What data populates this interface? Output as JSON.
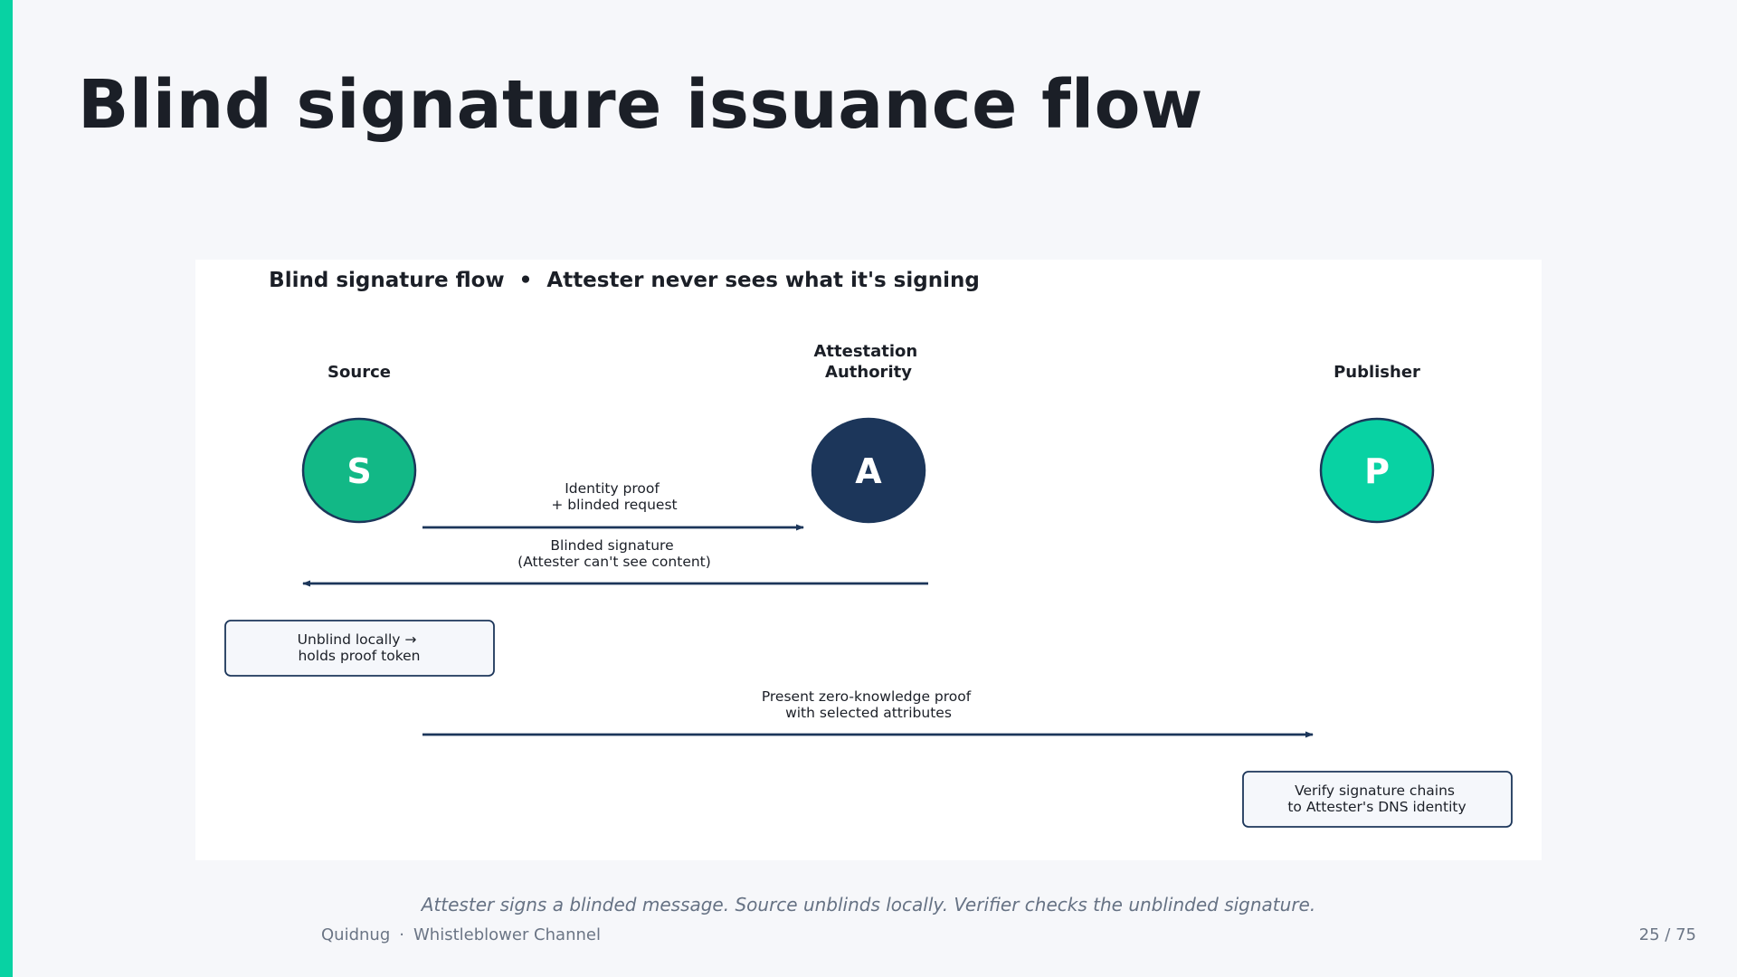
{
  "slide": {
    "title": "Blind signature issuance flow",
    "caption": "Attester signs a blinded message. Source unblinds locally. Verifier checks the unblinded signature.",
    "footer_brand": "Quidnug",
    "footer_separator": "·",
    "footer_section": "Whistleblower Channel",
    "page_number": "25 / 75"
  },
  "diagram": {
    "title": "Blind signature flow  •  Attester never sees what it's signing",
    "actors": [
      {
        "id": "source",
        "name_lines": [
          "Source"
        ],
        "letter": "S",
        "color": "#12b886"
      },
      {
        "id": "attester",
        "name_lines": [
          "Attestation",
          "Authority"
        ],
        "letter": "A",
        "color": "#1c365a"
      },
      {
        "id": "publisher",
        "name_lines": [
          "Publisher"
        ],
        "letter": "P",
        "color": "#08d2a3"
      }
    ],
    "messages": [
      {
        "from": "source",
        "to": "attester",
        "label_lines": [
          "Identity proof",
          "+ blinded request"
        ]
      },
      {
        "from": "attester",
        "to": "source",
        "label_lines": [
          "Blinded signature",
          "(Attester can't see content)"
        ]
      },
      {
        "from": "source",
        "to": "publisher",
        "label_lines": [
          "Present zero-knowledge proof",
          "with selected attributes"
        ]
      }
    ],
    "notes": [
      {
        "actor": "source",
        "lines": [
          "Unblind locally →",
          "holds proof token"
        ]
      },
      {
        "actor": "publisher",
        "lines": [
          "Verify signature chains",
          "to Attester's DNS identity"
        ]
      }
    ],
    "colors": {
      "node_outline": "#1c365a",
      "arrow": "#1c365a",
      "note_fill": "#f5f7fb",
      "note_border": "#1c365a",
      "label_text": "#1b1f27"
    }
  }
}
